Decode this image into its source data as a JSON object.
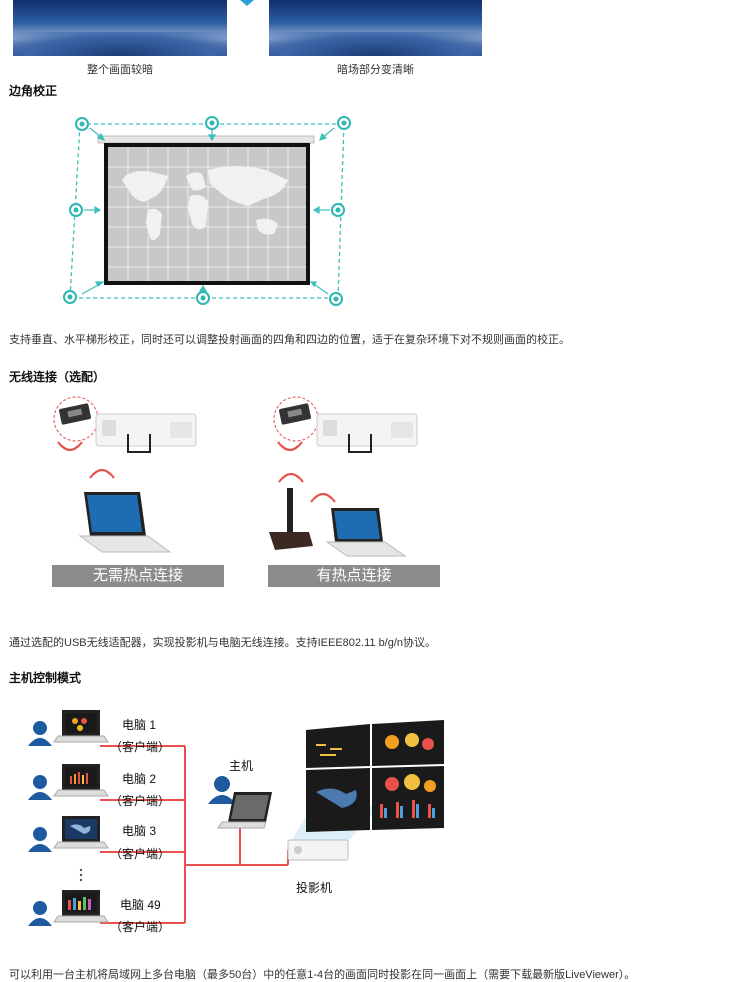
{
  "comparison": {
    "left_caption": "整个画面较暗",
    "right_caption": "暗场部分变清晰"
  },
  "corner_correction": {
    "heading": "边角校正",
    "description": "支持垂直、水平梯形校正，同时还可以调整投射画面的四角和四边的位置，适于在复杂环境下对不规则画面的校正。"
  },
  "wireless": {
    "heading": "无线连接（选配）",
    "option_a": "无需热点连接",
    "option_b": "有热点连接",
    "description": "通过选配的USB无线适配器，实现投影机与电脑无线连接。支持IEEE802.11 b/g/n协议。"
  },
  "host_control": {
    "heading": "主机控制模式",
    "clients": [
      {
        "name": "电脑 1",
        "role": "（客户端）"
      },
      {
        "name": "电脑 2",
        "role": "（客户端）"
      },
      {
        "name": "电脑 3",
        "role": "（客户端）"
      },
      {
        "name": "电脑 49",
        "role": "（客户端）"
      }
    ],
    "host_label": "主机",
    "projector_label": "投影机",
    "description": "可以利用一台主机将局域网上多台电脑（最多50台）中的任意1-4台的画面同时投影在同一画面上（需要下载最新版LiveViewer）。"
  },
  "colors": {
    "accent_cyan": "#2eb6b0",
    "line_red": "#e8504c",
    "button_gray": "#8c8c8c"
  }
}
